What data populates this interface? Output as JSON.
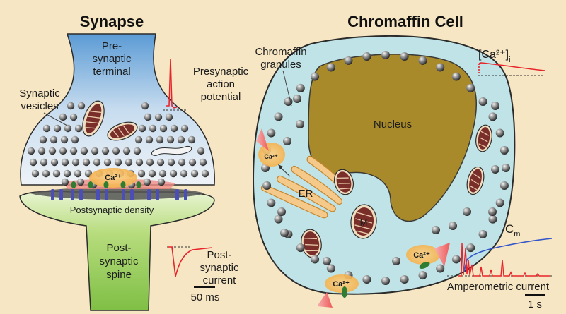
{
  "titles": {
    "left": "Synapse",
    "right": "Chromaffin Cell"
  },
  "synapse": {
    "terminal_line1": "Pre-",
    "terminal_line2": "synaptic",
    "terminal_line3": "terminal",
    "vesicles_line1": "Synaptic",
    "vesicles_line2": "vesicles",
    "ap_line1": "Presynaptic",
    "ap_line2": "action",
    "ap_line3": "potential",
    "calcium": "Ca²⁺",
    "density": "Postsynaptic density",
    "spine_line1": "Post-",
    "spine_line2": "synaptic",
    "spine_line3": "spine",
    "current_line1": "Post-",
    "current_line2": "synaptic",
    "current_line3": "current",
    "scale": "50 ms"
  },
  "chromaffin": {
    "granules_line1": "Chromaffin",
    "granules_line2": "granules",
    "nucleus": "Nucleus",
    "er": "ER",
    "mito": "M",
    "calcium": "Ca²⁺",
    "cai_main": "[Ca²⁺]",
    "cai_sub": "i",
    "cm_main": "C",
    "cm_sub": "m",
    "amperometric": "Amperometric current",
    "scale": "1 s"
  },
  "colors": {
    "background": "#f7e6c3",
    "presynaptic_gradient_top": "#5b9bd5",
    "postsynaptic": "#8cc152",
    "cell_cytoplasm": "#bfe3e6",
    "nucleus": "#a88a2a",
    "trace_red": "#e8242b",
    "trace_blue": "#3355cc"
  }
}
